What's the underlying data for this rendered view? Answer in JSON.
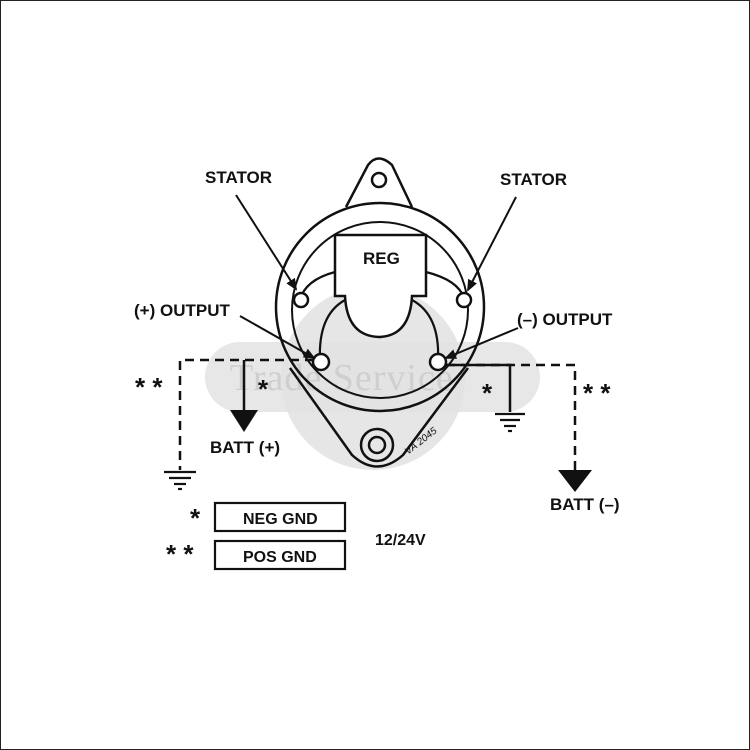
{
  "labels": {
    "stator_left": "STATOR",
    "stator_right": "STATOR",
    "reg": "REG",
    "pos_output": "(+) OUTPUT",
    "neg_output": "(–) OUTPUT",
    "batt_pos": "BATT (+)",
    "batt_neg": "BATT (–)",
    "stamp": "VA 2045",
    "voltage": "12/24V"
  },
  "markers": {
    "single": "*",
    "double": "* *"
  },
  "legend": [
    {
      "marker": "*",
      "label": "NEG GND"
    },
    {
      "marker": "* *",
      "label": "POS GND"
    }
  ],
  "watermark": "Trade Service"
}
